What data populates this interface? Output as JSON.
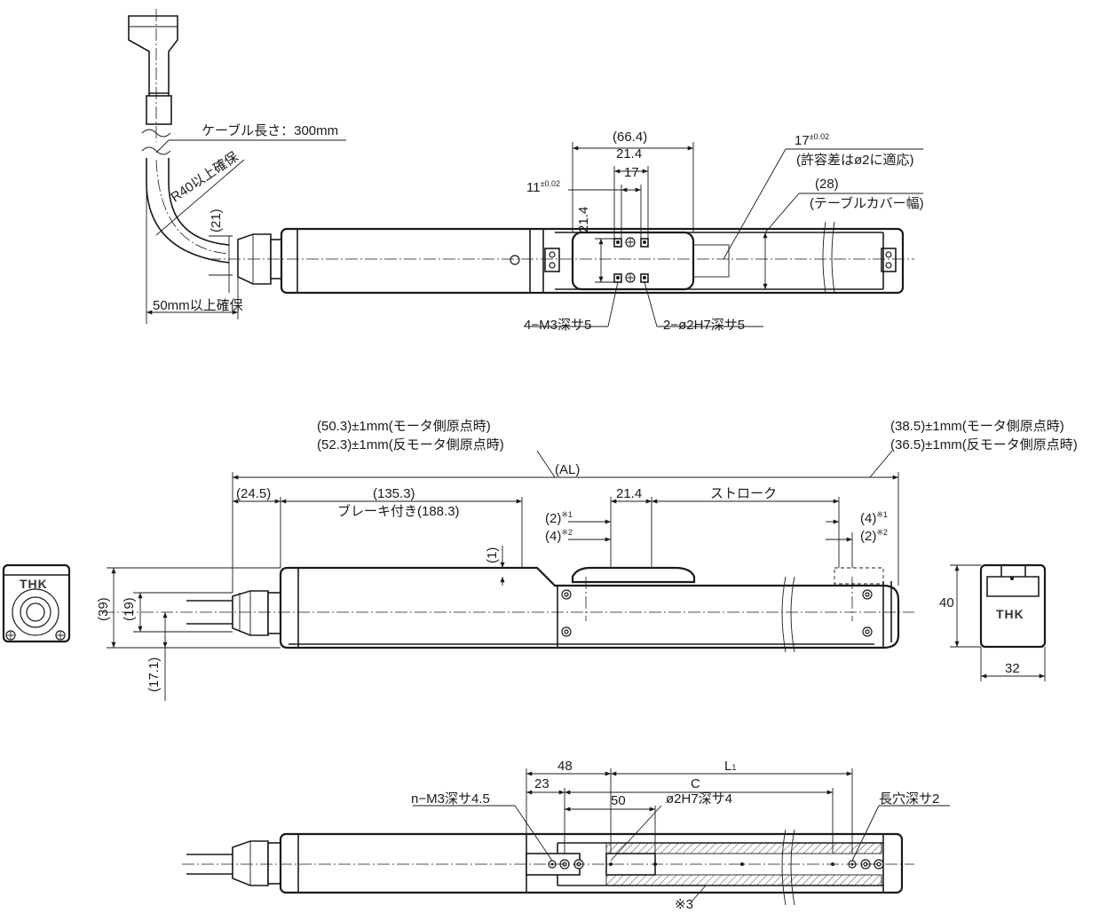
{
  "top_view": {
    "cable_length": "ケーブル長さ：300mm",
    "bend_radius": "R40以上確保",
    "clearance_50": "50mm以上確保",
    "dim_21_left": "(21)",
    "dim_66_4": "(66.4)",
    "dim_21_4": "21.4",
    "dim_17": "17",
    "dim_21_4_vert": "21.4",
    "dim_11": "11",
    "tol_11": "±0.02",
    "dim_17b": "17",
    "tol_17b": "±0.02",
    "note_tolerance": "(許容差はø2に適応)",
    "dim_28": "(28)",
    "note_table_cover": "(テーブルカバー幅)",
    "tap_note": "4−M3深サ5",
    "pin_note": "2−ø2H7深サ5"
  },
  "side_view": {
    "motor_origin_left": "(50.3)±1mm(モータ側原点時)",
    "anti_motor_origin_left": "(52.3)±1mm(反モータ側原点時)",
    "motor_origin_right": "(38.5)±1mm(モータ側原点時)",
    "anti_motor_origin_right": "(36.5)±1mm(反モータ側原点時)",
    "dim_al": "(AL)",
    "dim_24_5": "(24.5)",
    "dim_135_3": "(135.3)",
    "brake": "ブレーキ付き(188.3)",
    "dim_21_4": "21.4",
    "stroke": "ストローク",
    "dim_2a": "(2)",
    "note_1a": "※1",
    "dim_4a": "(4)",
    "note_2a": "※2",
    "dim_4b": "(4)",
    "note_1b": "※1",
    "dim_2b": "(2)",
    "note_2b": "※2",
    "dim_1": "(1)",
    "dim_39": "(39)",
    "dim_19": "(19)",
    "dim_17_1": "(17.1)",
    "dim_40": "40",
    "dim_32": "32",
    "logo_text": "THK"
  },
  "bottom_view": {
    "dim_48": "48",
    "dim_l1": "L",
    "dim_l1_sub": "1",
    "dim_23": "23",
    "dim_c": "C",
    "tap_note": "n−M3深サ4.5",
    "dim_50": "50",
    "pin_note": "ø2H7深サ4",
    "slot_note": "長穴深サ2",
    "note_3": "※3"
  }
}
